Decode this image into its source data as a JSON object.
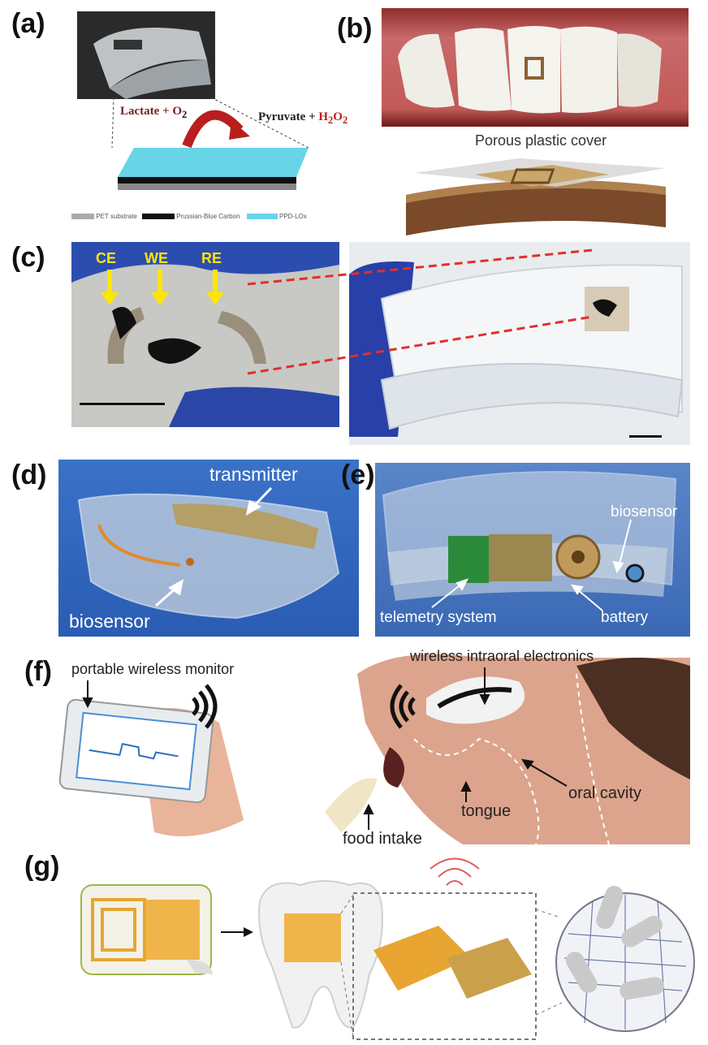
{
  "panels": {
    "a": {
      "letter": "(a)",
      "reaction_left": "Lactate + O",
      "reaction_left_sub": "2",
      "reaction_right": "Pyruvate + ",
      "reaction_right_h2o2": "H",
      "reaction_right_sub1": "2",
      "reaction_right_o": "O",
      "reaction_right_sub2": "2",
      "legend": [
        "PET substrate",
        "Prussian-Blue Carbon",
        "PPD-LOx"
      ]
    },
    "b": {
      "letter": "(b)",
      "cover_label": "Porous plastic cover"
    },
    "c": {
      "letter": "(c)",
      "electrodes": [
        "CE",
        "WE",
        "RE"
      ]
    },
    "d": {
      "letter": "(d)",
      "transmitter": "transmitter",
      "biosensor": "biosensor"
    },
    "e": {
      "letter": "(e)",
      "biosensor": "biosensor",
      "telemetry": "telemetry system",
      "battery": "battery"
    },
    "f": {
      "letter": "(f)",
      "monitor": "portable  wireless monitor",
      "electronics": "wireless intraoral electronics",
      "oral_cavity": "oral cavity",
      "tongue": "tongue",
      "food": "food intake"
    },
    "g": {
      "letter": "(g)"
    }
  }
}
